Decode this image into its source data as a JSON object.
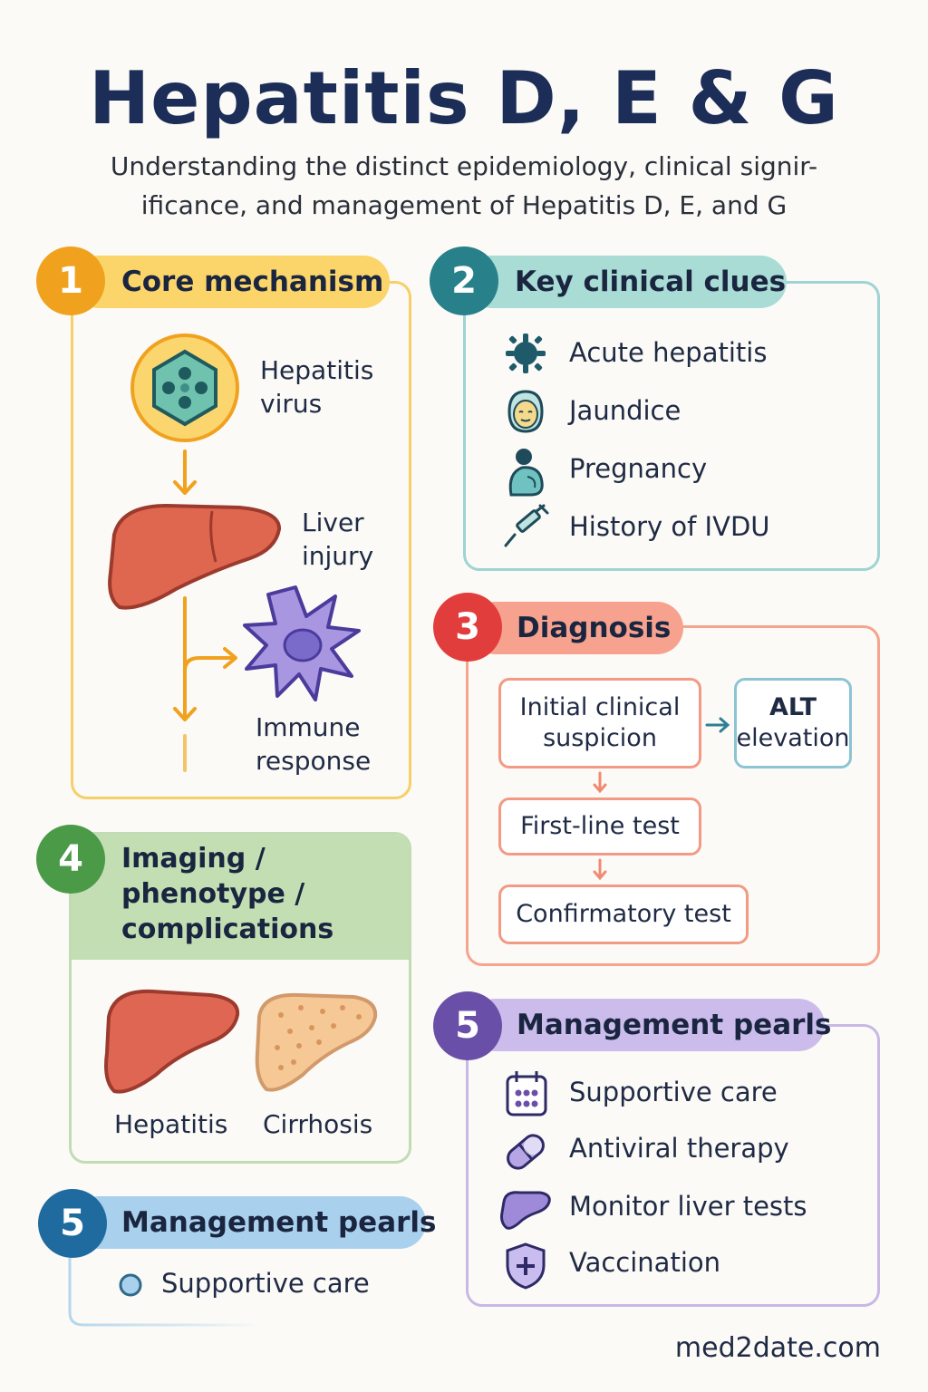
{
  "header": {
    "title": "Hepatitis D, E & G",
    "subtitle_line1": "Understanding the distinct epidemiology, clinical signir-",
    "subtitle_line2": "ificance, and management of Hepatitis D, E, and G"
  },
  "colors": {
    "core": "#f4b330",
    "clues": "#2f8a92",
    "diagnosis": "#e64545",
    "imaging": "#4f9c4b",
    "management": "#6a4fa8",
    "management_left": "#1f6ba0"
  },
  "sections": {
    "core": {
      "number": "1",
      "title": "Core mechanism",
      "virus_line1": "Hepatitis",
      "virus_line2": "virus",
      "liver_line1": "Liver",
      "liver_line2": "injury",
      "immune_line1": "Immune",
      "immune_line2": "response",
      "icons": [
        "virus-icon",
        "liver-icon",
        "immune-cell-icon"
      ]
    },
    "clues": {
      "number": "2",
      "title": "Key clinical clues",
      "items": [
        {
          "label": "Acute hepatitis",
          "icon": "gear-virus-icon"
        },
        {
          "label": "Jaundice",
          "icon": "face-icon"
        },
        {
          "label": "Pregnancy",
          "icon": "pregnant-person-icon"
        },
        {
          "label": "History of IVDU",
          "icon": "syringe-icon"
        }
      ]
    },
    "diagnosis": {
      "number": "3",
      "title": "Diagnosis",
      "initial_line1": "Initial clinical",
      "initial_line2": "suspicion",
      "alt_line1": "ALT",
      "alt_line2": "elevation",
      "first_line": "First-line test",
      "confirmatory": "Confirmatory test"
    },
    "imaging": {
      "number": "4",
      "title_line1": "Imaging /",
      "title_line2": "phenotype /",
      "title_line3": "complications",
      "hepatitis": "Hepatitis",
      "cirrhosis": "Cirrhosis"
    },
    "management": {
      "number": "5",
      "title": "Management pearls",
      "items": [
        {
          "label": "Supportive care",
          "icon": "calendar-icon"
        },
        {
          "label": "Antiviral therapy",
          "icon": "pill-icon"
        },
        {
          "label": "Monitor liver tests",
          "icon": "liver-icon"
        },
        {
          "label": "Vaccination",
          "icon": "shield-icon"
        }
      ]
    },
    "management_left": {
      "number": "5",
      "title": "Management pearls",
      "item": "Supportive care"
    }
  },
  "footer": {
    "site": "med2date.com"
  }
}
